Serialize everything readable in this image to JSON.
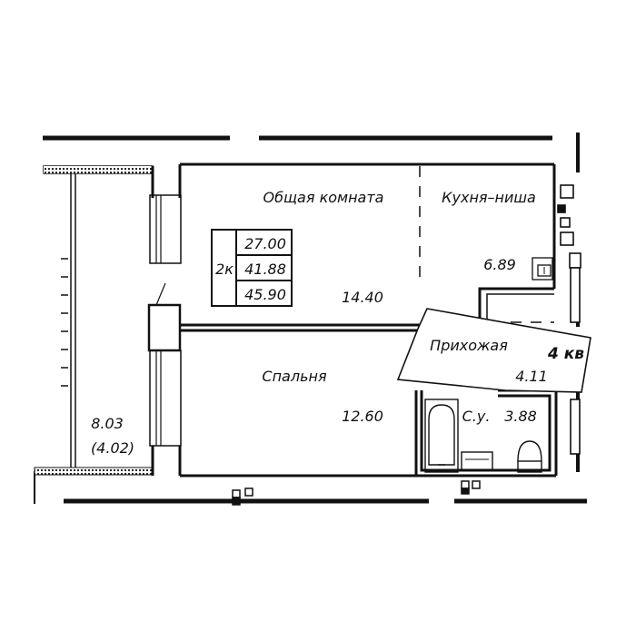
{
  "rooms": {
    "living_room": {
      "name": "Общая комната",
      "area": "14.40"
    },
    "kitchen": {
      "name": "Кухня–ниша",
      "area": "6.89"
    },
    "bedroom": {
      "name": "Спальня",
      "area": "12.60"
    },
    "hallway": {
      "name": "Прихожая",
      "area": "4.11"
    },
    "bathroom": {
      "name": "С.у.",
      "area": "3.88"
    },
    "balcony": {
      "area": "8.03",
      "area_reduced": "(4.02)"
    }
  },
  "summary": {
    "type": "2к",
    "living_area": "27.00",
    "total_area": "41.88",
    "total_with_balcony": "45.90"
  },
  "apartment_label": "4 кв"
}
